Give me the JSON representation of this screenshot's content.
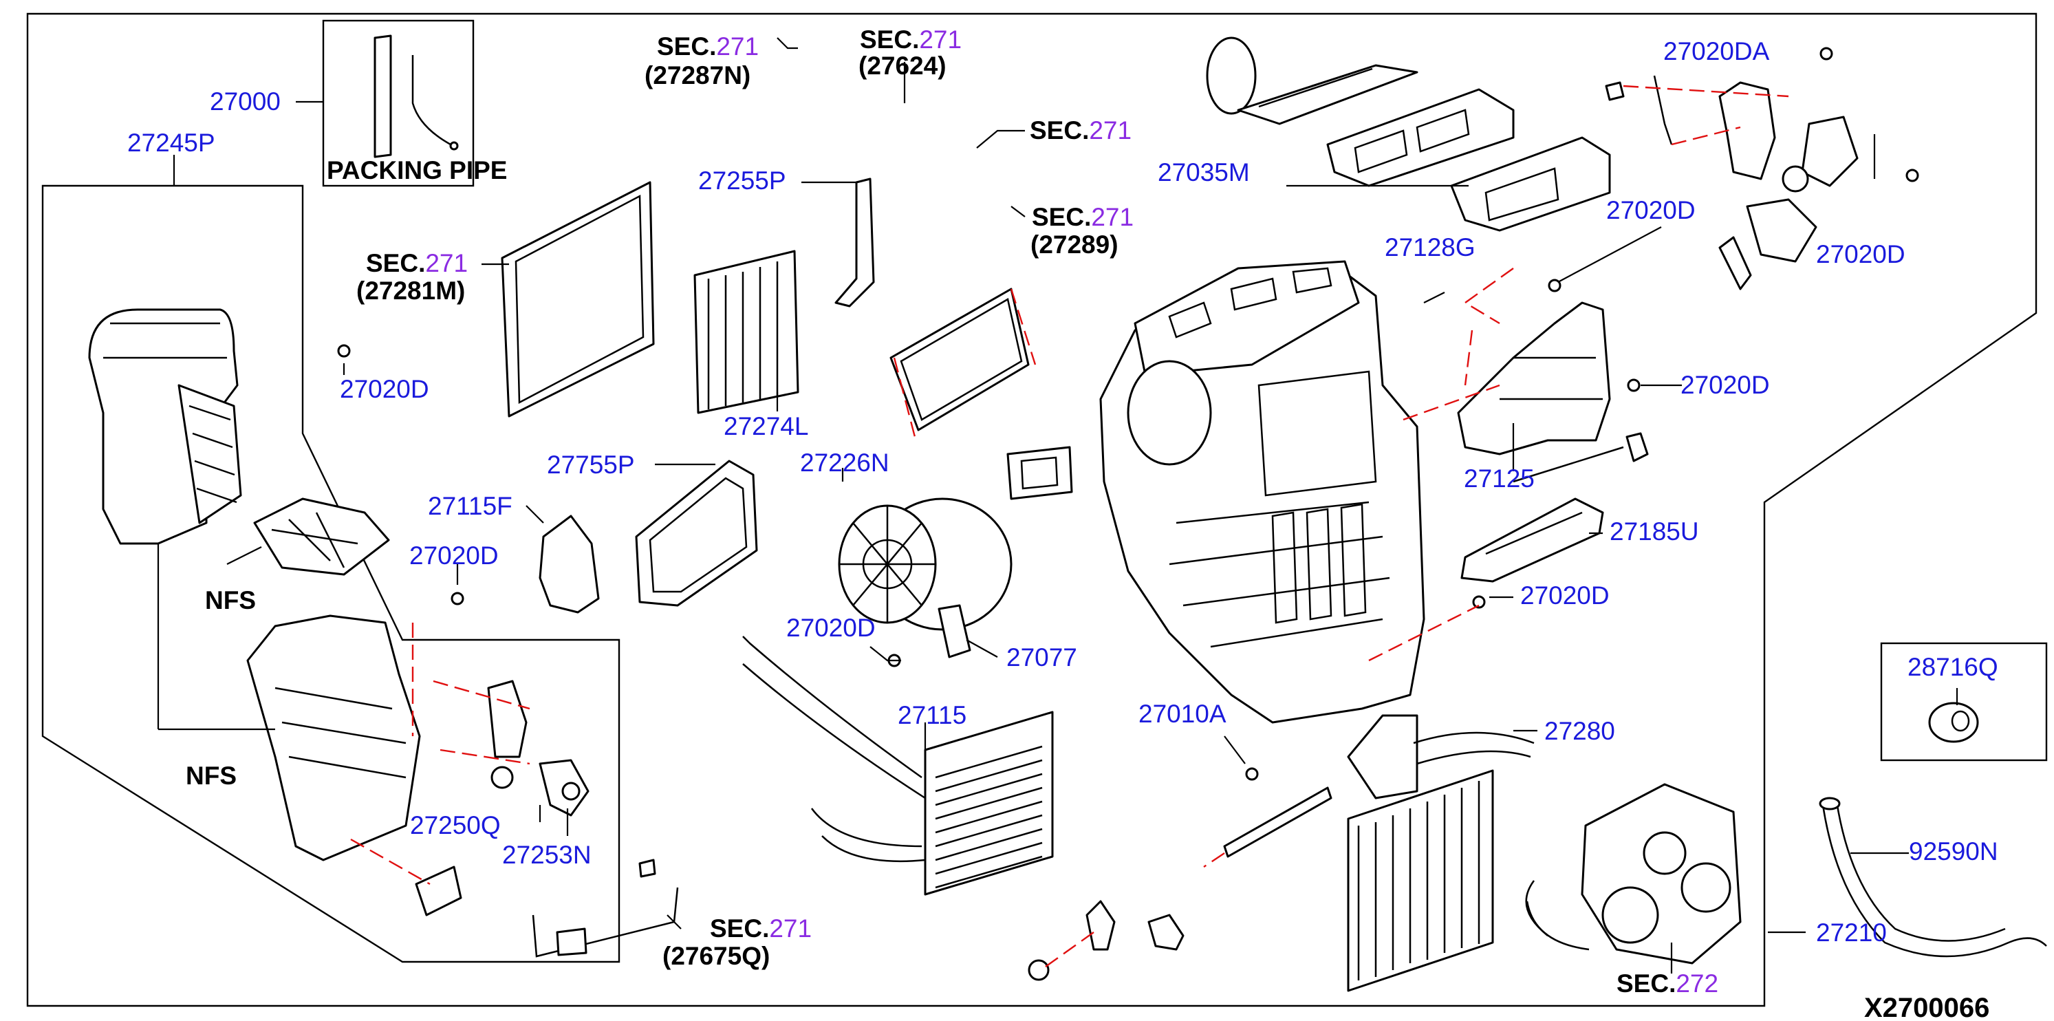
{
  "labels": {
    "l27000": "27000",
    "l27245P": "27245P",
    "packing_pipe": "PACKING PIPE",
    "sec_prefix": "SEC.",
    "sec271": "271",
    "sec272": "272",
    "p27287N": "(27287N)",
    "p27624": "(27624)",
    "p27289": "(27289)",
    "p27281M": "(27281M)",
    "p27675Q": "(27675Q)",
    "l27255P": "27255P",
    "l27274L": "27274L",
    "l27020D_a": "27020D",
    "l27020D_b": "27020D",
    "l27020D_c": "27020D",
    "l27020D_d": "27020D",
    "l27020D_e": "27020D",
    "l27020D_f": "27020D",
    "l27020D_g": "27020D",
    "l27020DA": "27020DA",
    "l27035M": "27035M",
    "l27128G": "27128G",
    "l27125": "27125",
    "l27185U": "27185U",
    "l27755P": "27755P",
    "l27226N": "27226N",
    "l27115F": "27115F",
    "l27077": "27077",
    "l27115": "27115",
    "l27010A": "27010A",
    "l27280": "27280",
    "l27250Q": "27250Q",
    "l27253N": "27253N",
    "l28716Q": "28716Q",
    "l92590N": "92590N",
    "l27210": "27210",
    "nfs1": "NFS",
    "nfs2": "NFS",
    "diagram_code": "X2700066"
  }
}
